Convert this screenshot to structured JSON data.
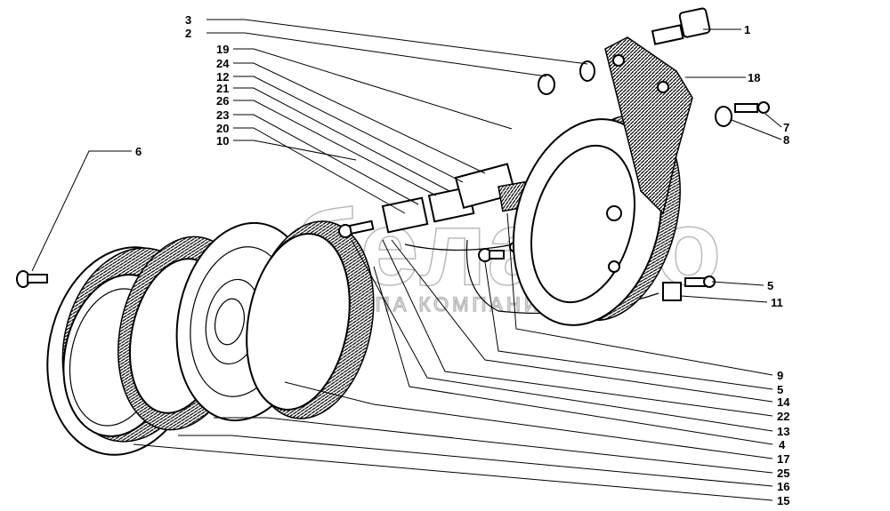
{
  "diagram": {
    "watermark": {
      "logo": "белагро",
      "subtitle": "ГРУППА КОМПАНИЙ"
    },
    "labels_left": [
      "3",
      "2",
      "19",
      "24",
      "12",
      "21",
      "26",
      "23",
      "20",
      "10"
    ],
    "label_left_single": "6",
    "labels_right_top": [
      "1",
      "18",
      "7",
      "8"
    ],
    "labels_right_mid": [
      "5",
      "11"
    ],
    "labels_right_bottom": [
      "9",
      "5",
      "14",
      "22",
      "13",
      "4",
      "17",
      "25",
      "16",
      "15"
    ]
  }
}
